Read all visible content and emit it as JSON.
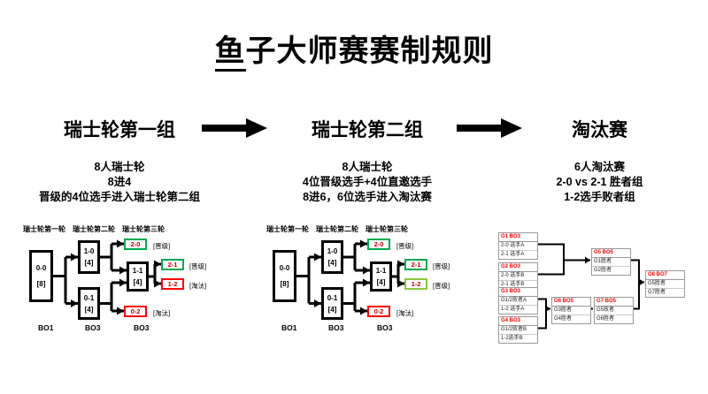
{
  "page": {
    "title_underlined": "鱼",
    "title_rest": "子大师赛赛制规则"
  },
  "colors": {
    "promote_green": "#00A94F",
    "promote_light_green": "#8CC63F",
    "eliminate_red": "#FF0000",
    "score_red": "#C00000",
    "bracket_header_red": "#FF0000",
    "line_black": "#000000"
  },
  "sections": [
    {
      "heading": "瑞士轮第一组",
      "desc_lines": [
        "8人瑞士轮",
        "8进4",
        "晋级的4位选手进入瑞士轮第二组"
      ]
    },
    {
      "heading": "瑞士轮第二组",
      "desc_lines": [
        "8人瑞士轮",
        "4位晋级选手+4位直邀选手",
        "8进6，6位选手进入淘汰赛"
      ]
    },
    {
      "heading": "淘汰赛",
      "desc_lines": [
        "6人淘汰赛",
        "2-0 vs 2-1 胜者组",
        "1-2选手败者组"
      ]
    }
  ],
  "swiss1": {
    "col_labels": [
      "瑞士轮第一轮",
      "瑞士轮第二轮",
      "瑞士轮第三轮"
    ],
    "round1": {
      "score": "0-0",
      "count": "[8]"
    },
    "r2_top": {
      "score": "1-0",
      "count": "[4]"
    },
    "r2_bottom": {
      "score": "0-1",
      "count": "[4]"
    },
    "r3_mid": {
      "score": "1-1",
      "count": "[4]"
    },
    "out_20": {
      "score": "2-0",
      "tag": "[晋级]"
    },
    "out_21": {
      "score": "2-1",
      "tag": "[晋级]"
    },
    "out_12": {
      "score": "1-2",
      "tag": "[淘汰]"
    },
    "out_02": {
      "score": "0-2",
      "tag": "[淘汰]"
    },
    "bo_labels": [
      "BO1",
      "BO3",
      "BO3"
    ]
  },
  "swiss2": {
    "col_labels": [
      "瑞士轮第一轮",
      "瑞士轮第二轮",
      "瑞士轮第三轮"
    ],
    "round1": {
      "score": "0-0",
      "count": "[8]"
    },
    "r2_top": {
      "score": "1-0",
      "count": "[4]"
    },
    "r2_bottom": {
      "score": "0-1",
      "count": "[4]"
    },
    "r3_mid": {
      "score": "1-1",
      "count": "[4]"
    },
    "out_20": {
      "score": "2-0",
      "tag": "[晋级]"
    },
    "out_21": {
      "score": "2-1",
      "tag": "[晋级]"
    },
    "out_12": {
      "score": "1-2",
      "tag": "[晋级]"
    },
    "out_02": {
      "score": "0-2",
      "tag": "[淘汰]"
    },
    "bo_labels": [
      "BO1",
      "BO3",
      "BO3"
    ]
  },
  "bracket": {
    "matches": [
      {
        "id": "G1 BO3",
        "rows": [
          "2-0 选手A",
          "2-1 选手A"
        ]
      },
      {
        "id": "G2 BO3",
        "rows": [
          "2-0 选手B",
          "2-1 选手B"
        ]
      },
      {
        "id": "G3 BO3",
        "rows": [
          "G1/2败者A",
          "1-2 选手A"
        ]
      },
      {
        "id": "G4 BO3",
        "rows": [
          "G1/2败者B",
          "1-2选手B"
        ]
      },
      {
        "id": "G5 BO5",
        "rows": [
          "G1胜者",
          "G2胜者"
        ]
      },
      {
        "id": "G6 BO5",
        "rows": [
          "G3胜者",
          "G4胜者"
        ]
      },
      {
        "id": "G7 BO5",
        "rows": [
          "G5败者",
          "G6胜者"
        ]
      },
      {
        "id": "G8 BO7",
        "rows": [
          "G5胜者",
          "G7胜者"
        ]
      }
    ]
  }
}
